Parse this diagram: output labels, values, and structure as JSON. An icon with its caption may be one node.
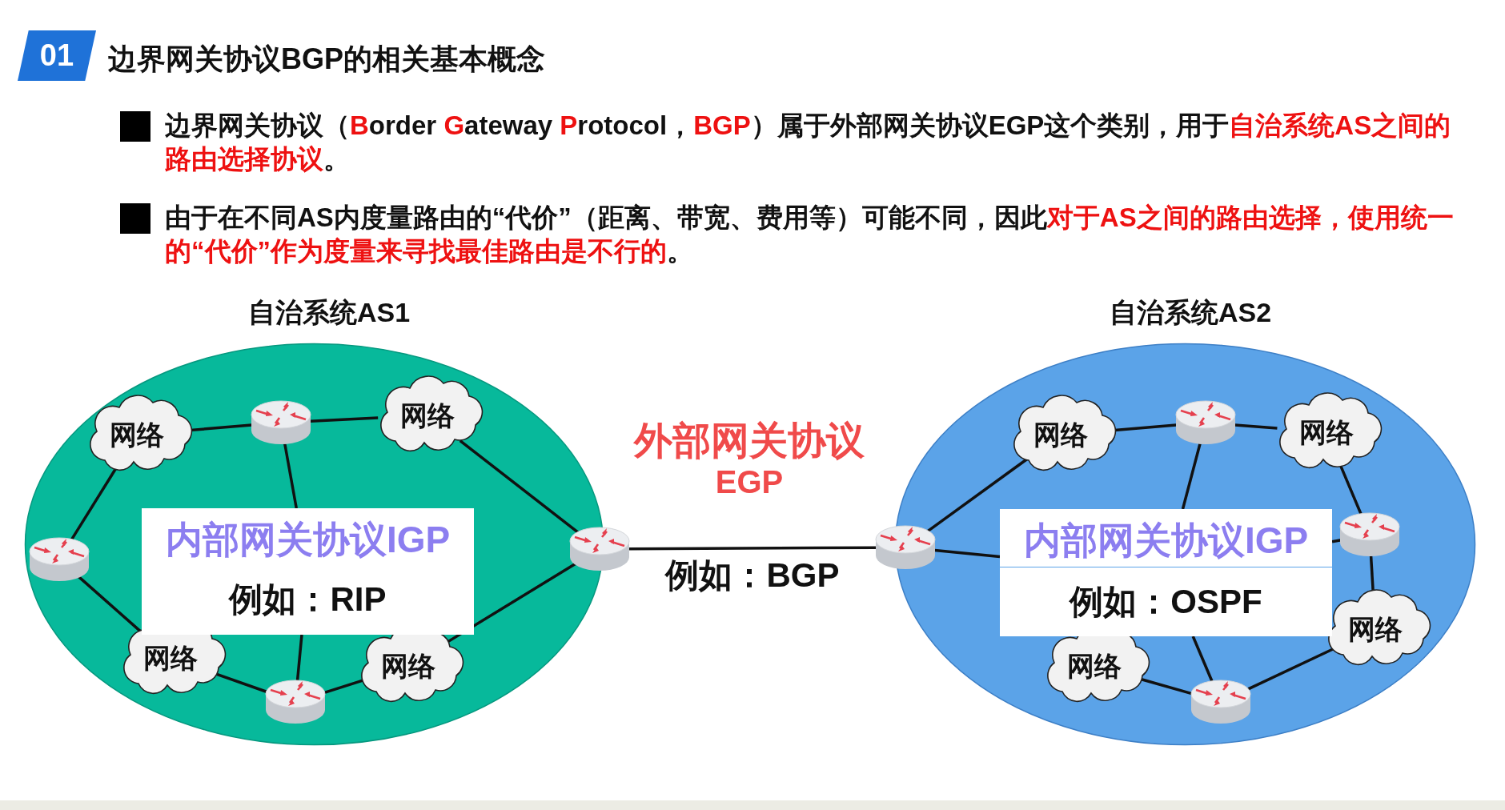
{
  "diagram": {
    "title": "边界网关协议BGP的相关基本概念",
    "nodes": [
      {
        "text": [
          "01"
        ]
      },
      {
        "text": [
          "自治系统AS1"
        ]
      },
      {
        "text": [
          "网络"
        ],
        "in": 1
      },
      {
        "text": [],
        "shape": "router",
        "in": 1
      },
      {
        "text": [
          "网络"
        ],
        "in": 1
      },
      {
        "text": [],
        "shape": "router",
        "in": 1
      },
      {
        "text": [],
        "shape": "router"
      },
      {
        "text": [
          "网络"
        ],
        "in": 1
      },
      {
        "text": [],
        "shape": "router",
        "in": 1
      },
      {
        "text": [
          "网络"
        ],
        "in": 1
      },
      {
        "text": [
          "内部网关协议IGP",
          "例如：RIP"
        ],
        "in": 1
      },
      {
        "text": [
          "自治系统AS2"
        ]
      },
      {
        "text": [],
        "shape": "router"
      },
      {
        "text": [
          "网络"
        ],
        "in": 11
      },
      {
        "text": [],
        "shape": "router",
        "in": 11
      },
      {
        "text": [
          "网络"
        ],
        "in": 11
      },
      {
        "text": [],
        "shape": "router",
        "in": 11
      },
      {
        "text": [
          "网络"
        ],
        "in": 11
      },
      {
        "text": [],
        "shape": "router",
        "in": 11
      },
      {
        "text": [
          "网络"
        ],
        "in": 11
      },
      {
        "text": [
          "内部网关协议IGP",
          "例如：OSPF"
        ],
        "in": 11
      }
    ],
    "edges": [
      {
        "from": 2,
        "to": 3,
        "arrow": "none"
      },
      {
        "from": 3,
        "to": 4,
        "arrow": "none"
      },
      {
        "from": 4,
        "to": 6,
        "arrow": "none"
      },
      {
        "from": 2,
        "to": 5,
        "arrow": "none"
      },
      {
        "from": 5,
        "to": 7,
        "arrow": "none"
      },
      {
        "from": 7,
        "to": 8,
        "arrow": "none"
      },
      {
        "from": 8,
        "to": 9,
        "arrow": "none"
      },
      {
        "from": 9,
        "to": 6,
        "arrow": "none"
      },
      {
        "from": 3,
        "to": 10,
        "arrow": "none"
      },
      {
        "from": 10,
        "to": 8,
        "arrow": "none"
      },
      {
        "from": 6,
        "to": 12,
        "arrow": "none",
        "label": "例如：BGP"
      },
      {
        "from": 12,
        "to": 13,
        "arrow": "none"
      },
      {
        "from": 13,
        "to": 14,
        "arrow": "none"
      },
      {
        "from": 14,
        "to": 15,
        "arrow": "none"
      },
      {
        "from": 15,
        "to": 16,
        "arrow": "none"
      },
      {
        "from": 16,
        "to": 17,
        "arrow": "none"
      },
      {
        "from": 17,
        "to": 18,
        "arrow": "none"
      },
      {
        "from": 18,
        "to": 19,
        "arrow": "none"
      },
      {
        "from": 12,
        "to": 20,
        "arrow": "none"
      },
      {
        "from": 14,
        "to": 20,
        "arrow": "none"
      },
      {
        "from": 20,
        "to": 18,
        "arrow": "none"
      },
      {
        "from": 16,
        "to": 20,
        "arrow": "none"
      }
    ],
    "labels": [
      "边界网关协议（**B**order **G**ateway **P**rotocol，**BGP**）属于外部网关协议EGP这个类别，用于**自治系统AS之间的路由选择协议**。",
      "由于在不同AS内度量路由的“代价”（距离、带宽、费用等）可能不同，因此**对于AS之间的路由选择，使用统一的“代价”作为度量来寻找最佳路由是不行的**。",
      "外部网关协议",
      "EGP"
    ]
  }
}
